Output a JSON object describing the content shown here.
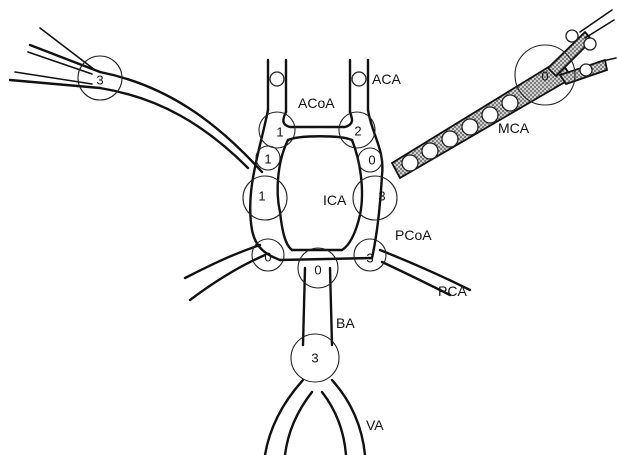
{
  "labels": {
    "aca": "ACA",
    "acoa": "ACoA",
    "mca": "MCA",
    "ica": "ICA",
    "pcoa": "PCoA",
    "pca": "PCA",
    "ba": "BA",
    "va": "VA"
  },
  "nodes": {
    "n_top_left_branch": "3",
    "n_acoa_left": "1",
    "n_acoa_right": "2",
    "n_ica_left_upper": "1",
    "n_ica_left": "1",
    "n_ica_right": "3",
    "n_mca_origin": "0",
    "n_mca_distal": "0",
    "n_pcoa_left": "0",
    "n_ba_top": "0",
    "n_pcoa_right": "3",
    "n_ba_mid": "3"
  },
  "colors": {
    "stroke": "#111111"
  }
}
